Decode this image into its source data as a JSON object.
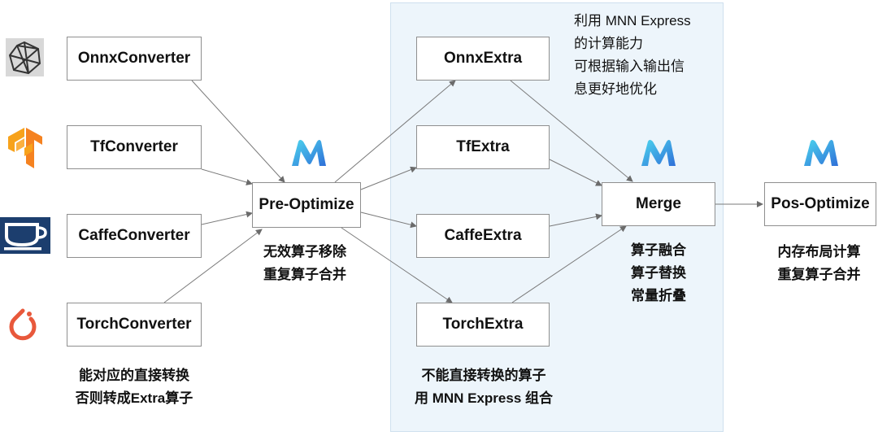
{
  "converters": [
    "OnnxConverter",
    "TfConverter",
    "CaffeConverter",
    "TorchConverter"
  ],
  "extras": [
    "OnnxExtra",
    "TfExtra",
    "CaffeExtra",
    "TorchExtra"
  ],
  "pre_optimize": "Pre-Optimize",
  "merge": "Merge",
  "pos_optimize": "Pos-Optimize",
  "notes": {
    "converters": [
      "能对应的直接转换",
      "否则转成Extra算子"
    ],
    "pre_optimize": [
      "无效算子移除",
      "重复算子合并"
    ],
    "extras": [
      "不能直接转换的算子",
      "用 MNN Express 组合"
    ],
    "express": [
      "利用 MNN Express",
      "的计算能力",
      "可根据输入输出信",
      "息更好地优化"
    ],
    "merge": [
      "算子融合",
      "算子替换",
      "常量折叠"
    ],
    "pos_optimize": [
      "内存布局计算",
      "重复算子合并"
    ]
  },
  "icons": {
    "onnx": "onnx-logo-icon",
    "tf": "tensorflow-logo-icon",
    "caffe": "caffe-cup-icon",
    "torch": "pytorch-logo-icon",
    "mnn": "mnn-logo-icon"
  },
  "colors": {
    "panel": "#edf5fb",
    "box_border": "#8f8f8f",
    "tf_orange": "#f7a21b",
    "caffe_blue": "#1c3e6e",
    "torch_red": "#e8583b",
    "mnn_blue": "#35a0e6"
  }
}
